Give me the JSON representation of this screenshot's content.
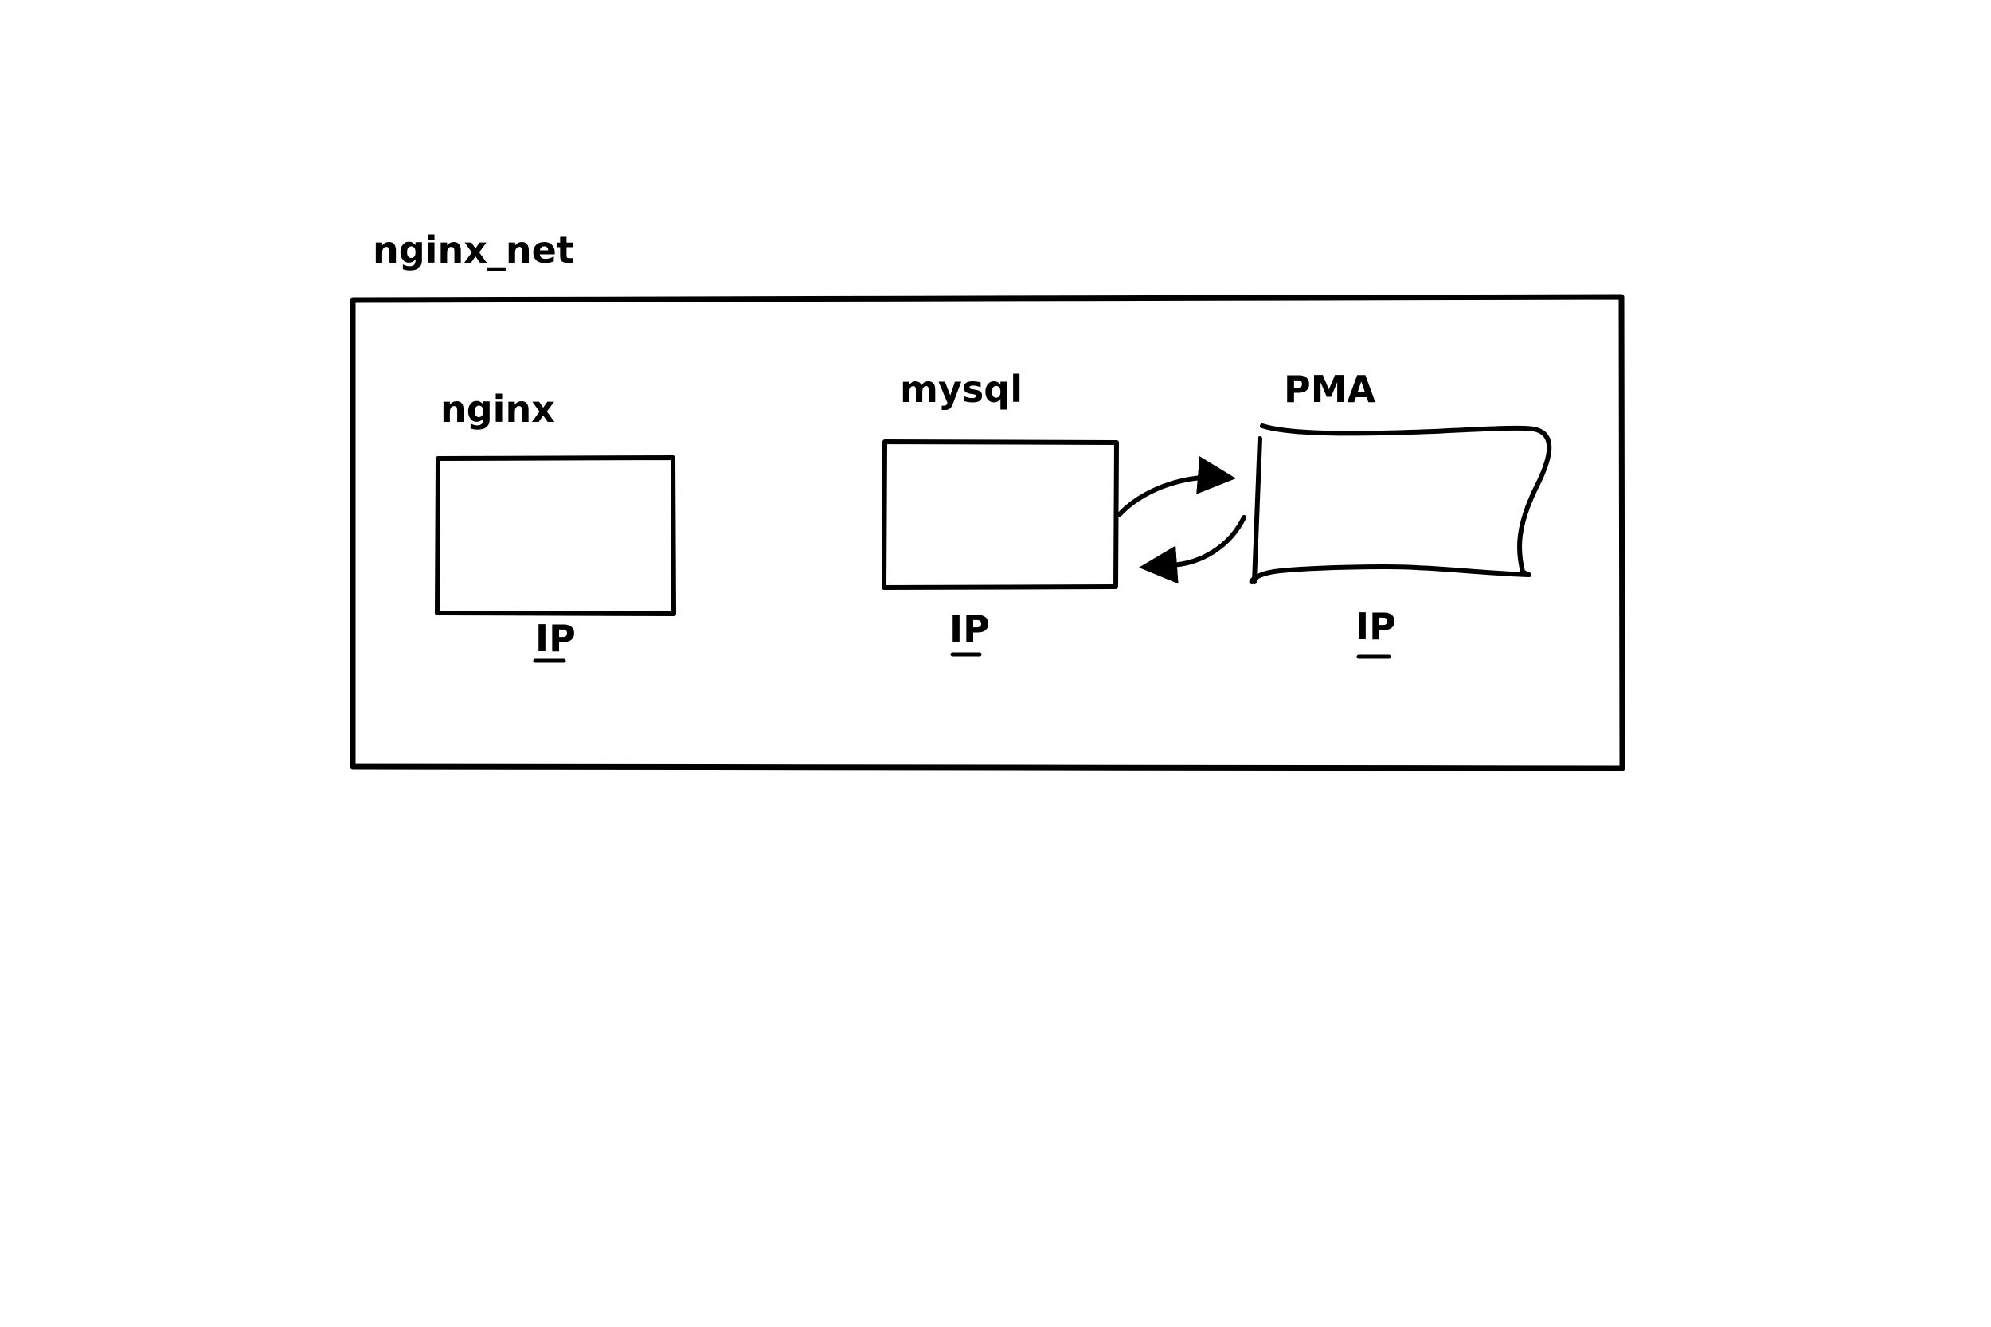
{
  "diagram": {
    "network": {
      "label": "nginx_net"
    },
    "containers": [
      {
        "id": "nginx",
        "label": "nginx",
        "ip_label": "IP"
      },
      {
        "id": "mysql",
        "label": "mysql",
        "ip_label": "IP"
      },
      {
        "id": "pma",
        "label": "PMA",
        "ip_label": "IP"
      }
    ],
    "connections": [
      {
        "from": "mysql",
        "to": "pma",
        "direction": "forward"
      },
      {
        "from": "pma",
        "to": "mysql",
        "direction": "back"
      }
    ],
    "colors": {
      "ink": "#000000",
      "background": "#ffffff"
    }
  }
}
